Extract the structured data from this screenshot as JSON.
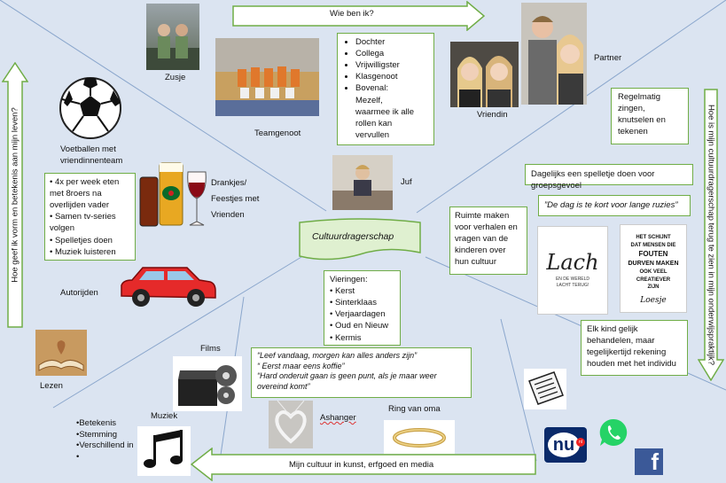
{
  "center": "Cultuurdragerschap",
  "arrows": {
    "top": "Wie ben ik?",
    "right": "Hoe is mijn cultuurdragerschap terug te zien in mijn onderwijspraktijk?",
    "left": "Hoe geef ik vorm en betekenis aan mijn leven?",
    "bottom": "Mijn cultuur in kunst, erfgoed en media"
  },
  "roles": [
    "Dochter",
    "Collega",
    "Vrijwilligster",
    "Klasgenoot",
    "Bovenal: Mezelf, waarmee ik alle rollen kan vervullen"
  ],
  "captions": {
    "zusje": "Zusje",
    "teamgenoot": "Teamgenoot",
    "vriendin": "Vriendin",
    "partner": "Partner",
    "juf": "Juf",
    "voetballen": "Voetballen met vriendinnenteam",
    "drankjes": "Drankjes/ Feestjes met Vrienden",
    "autorijden": "Autorijden",
    "lezen": "Lezen",
    "films": "Films",
    "muziek": "Muziek",
    "ashanger": "Ashanger",
    "ring": "Ring van oma"
  },
  "leisure": [
    "4x per week eten met 8roers na overlijden vader",
    "Samen tv-series volgen",
    "Spelletjes doen",
    "Muziek luisteren"
  ],
  "classroom": {
    "zingen": "Regelmatig zingen, knutselen en tekenen",
    "spelletje": "Dagelijks een spelletje doen voor groepsgevoel",
    "quote": "”De dag is te kort voor lange ruzies”",
    "ruimte": "Ruimte maken voor verhalen en vragen van de kinderen over hun cultuur",
    "gelijk": "Elk kind gelijk behandelen, maar tegelijkertijd rekening houden met het individu"
  },
  "celebrations": {
    "title": "Vieringen:",
    "items": [
      "Kerst",
      "Sinterklaas",
      "Verjaardagen",
      "Oud en Nieuw",
      "Kermis"
    ]
  },
  "quotes": [
    "“Leef vandaag, morgen kan alles anders zijn”",
    "“ Eerst maar eens koffie”",
    "“Hard onderuit gaan is geen punt, als je maar weer overeind komt”"
  ],
  "media_notes": [
    "Betekenis",
    "Stemming",
    "Verschillend in genres",
    ""
  ],
  "posters": {
    "lach_main": "Lach",
    "lach_sub": "EN DE WERELD LACHT TERUG!",
    "fouten_lines": [
      "HET SCHIJNT",
      "DAT MENSEN DIE",
      "FOUTEN",
      "DURVEN MAKEN",
      "OOK VEEL",
      "CREATIEVER",
      "ZIJN"
    ],
    "fouten_sign": "Loesje"
  },
  "logos": {
    "nu": "nu",
    "nu_suffix": "nl",
    "facebook": "f"
  },
  "colors": {
    "background": "#dbe4f1",
    "box_border": "#70ad47",
    "center_fill": "#dff0d0",
    "arrow_fill": "#ffffff"
  }
}
